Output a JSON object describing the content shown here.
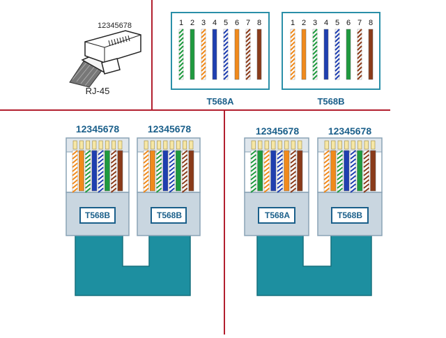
{
  "plug": {
    "pin_numbers": "12345678",
    "label": "RJ-45"
  },
  "colors": {
    "white": "#ffffff",
    "orange": "#f08a1c",
    "green": "#1f9a3f",
    "blue": "#1f3fb0",
    "brown": "#8a3b1a",
    "divider": "#b21e2e",
    "frame": "#2a8fa8",
    "cable": "#1d8fa0",
    "label_text": "#1a5f8a"
  },
  "standards": {
    "T568A": {
      "label": "T568A",
      "pins": [
        {
          "pin": "1",
          "color": "green",
          "striped": true
        },
        {
          "pin": "2",
          "color": "green",
          "striped": false
        },
        {
          "pin": "3",
          "color": "orange",
          "striped": true
        },
        {
          "pin": "4",
          "color": "blue",
          "striped": false
        },
        {
          "pin": "5",
          "color": "blue",
          "striped": true
        },
        {
          "pin": "6",
          "color": "orange",
          "striped": false
        },
        {
          "pin": "7",
          "color": "brown",
          "striped": true
        },
        {
          "pin": "8",
          "color": "brown",
          "striped": false
        }
      ]
    },
    "T568B": {
      "label": "T568B",
      "pins": [
        {
          "pin": "1",
          "color": "orange",
          "striped": true
        },
        {
          "pin": "2",
          "color": "orange",
          "striped": false
        },
        {
          "pin": "3",
          "color": "green",
          "striped": true
        },
        {
          "pin": "4",
          "color": "blue",
          "striped": false
        },
        {
          "pin": "5",
          "color": "blue",
          "striped": true
        },
        {
          "pin": "6",
          "color": "green",
          "striped": false
        },
        {
          "pin": "7",
          "color": "brown",
          "striped": true
        },
        {
          "pin": "8",
          "color": "brown",
          "striped": false
        }
      ]
    }
  },
  "cables": {
    "straight": {
      "left_numbers": "12345678",
      "right_numbers": "12345678",
      "left_label": "T568B",
      "right_label": "T568B",
      "left_standard": "T568B",
      "right_standard": "T568B"
    },
    "crossover": {
      "left_numbers": "12345678",
      "right_numbers": "12345678",
      "left_label": "T568A",
      "right_label": "T568B",
      "left_standard": "T568A",
      "right_standard": "T568B"
    }
  }
}
